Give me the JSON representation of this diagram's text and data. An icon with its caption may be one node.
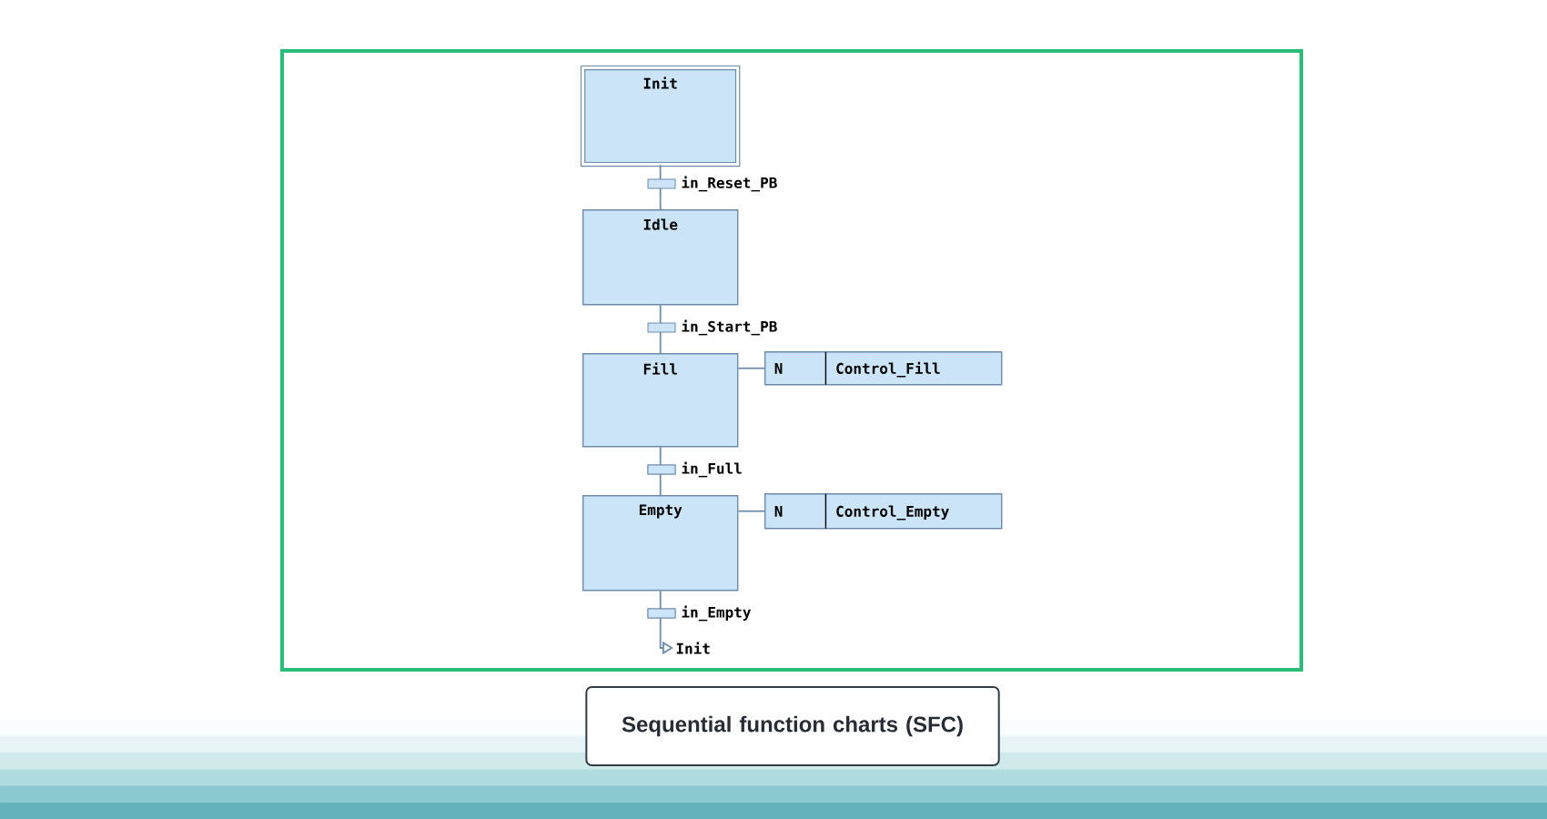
{
  "diagram": {
    "caption": "Sequential function charts (SFC)",
    "nodes": [
      {
        "text": [
          "Init"
        ]
      },
      {
        "text": [
          "Idle"
        ]
      },
      {
        "text": [
          "Fill"
        ]
      },
      {
        "text": [
          "Empty"
        ]
      },
      {
        "text": [
          "N",
          "Control_Fill"
        ]
      },
      {
        "text": [
          "N",
          "Control_Empty"
        ]
      },
      {
        "text": [
          "Init"
        ]
      }
    ],
    "edges": [
      {
        "from": 0,
        "to": 1,
        "arrow": "none",
        "label": "in_Reset_PB"
      },
      {
        "from": 1,
        "to": 2,
        "arrow": "none",
        "label": "in_Start_PB"
      },
      {
        "from": 2,
        "to": 3,
        "arrow": "none",
        "label": "in_Full"
      },
      {
        "from": 3,
        "to": 6,
        "arrow": "to",
        "label": "in_Empty"
      },
      {
        "from": 2,
        "to": 4,
        "arrow": "none"
      },
      {
        "from": 3,
        "to": 5,
        "arrow": "none"
      }
    ]
  }
}
